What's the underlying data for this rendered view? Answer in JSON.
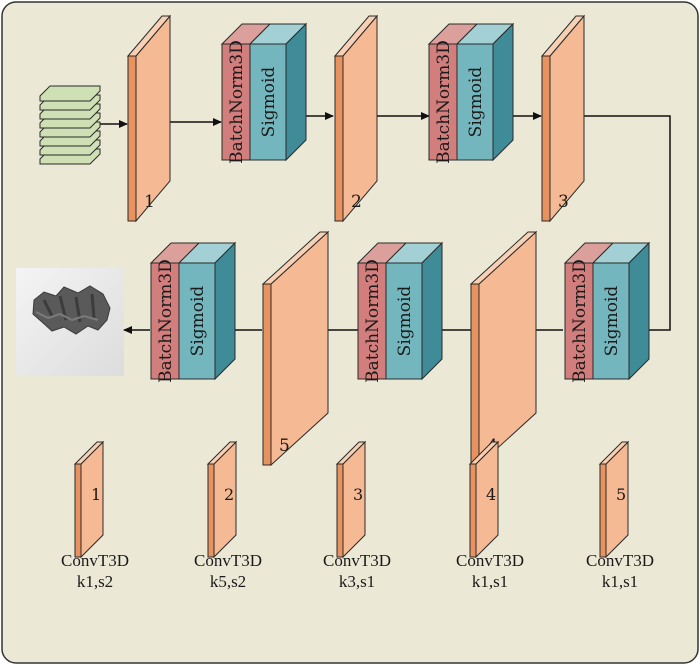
{
  "colors": {
    "panel_bg": "#ebe9d6",
    "panel_border": "#333333",
    "conv_front": "#f5b993",
    "conv_side": "#e8935f",
    "conv_top": "#f8d0b4",
    "bn_front": "#d27e7d",
    "bn_top": "#dca09c",
    "sig_front": "#74b6bd",
    "sig_side": "#3f8c98",
    "sig_top": "#a2d0d4",
    "input_slice": "#cfe0b5",
    "arrow": "#111111"
  },
  "pipeline": {
    "row1": [
      {
        "kind": "conv",
        "label": "1"
      },
      {
        "kind": "bn_sig",
        "bn_label": "BatchNorm3D",
        "sig_label": "Sigmoid"
      },
      {
        "kind": "conv",
        "label": "2"
      },
      {
        "kind": "bn_sig",
        "bn_label": "BatchNorm3D",
        "sig_label": "Sigmoid"
      },
      {
        "kind": "conv",
        "label": "3"
      }
    ],
    "row2": [
      {
        "kind": "bn_sig",
        "bn_label": "BatchNorm3D",
        "sig_label": "Sigmoid"
      },
      {
        "kind": "conv",
        "label": "4"
      },
      {
        "kind": "bn_sig",
        "bn_label": "BatchNorm3D",
        "sig_label": "Sigmoid"
      },
      {
        "kind": "conv",
        "label": "5"
      },
      {
        "kind": "bn_sig",
        "bn_label": "BatchNorm3D",
        "sig_label": "Sigmoid"
      }
    ]
  },
  "legend": [
    {
      "num": "1",
      "name": "ConvT3D",
      "params": "k1,s2"
    },
    {
      "num": "2",
      "name": "ConvT3D",
      "params": "k5,s2"
    },
    {
      "num": "3",
      "name": "ConvT3D",
      "params": "k3,s1"
    },
    {
      "num": "4",
      "name": "ConvT3D",
      "params": "k1,s1"
    },
    {
      "num": "5",
      "name": "ConvT3D",
      "params": "k1,s1"
    }
  ]
}
